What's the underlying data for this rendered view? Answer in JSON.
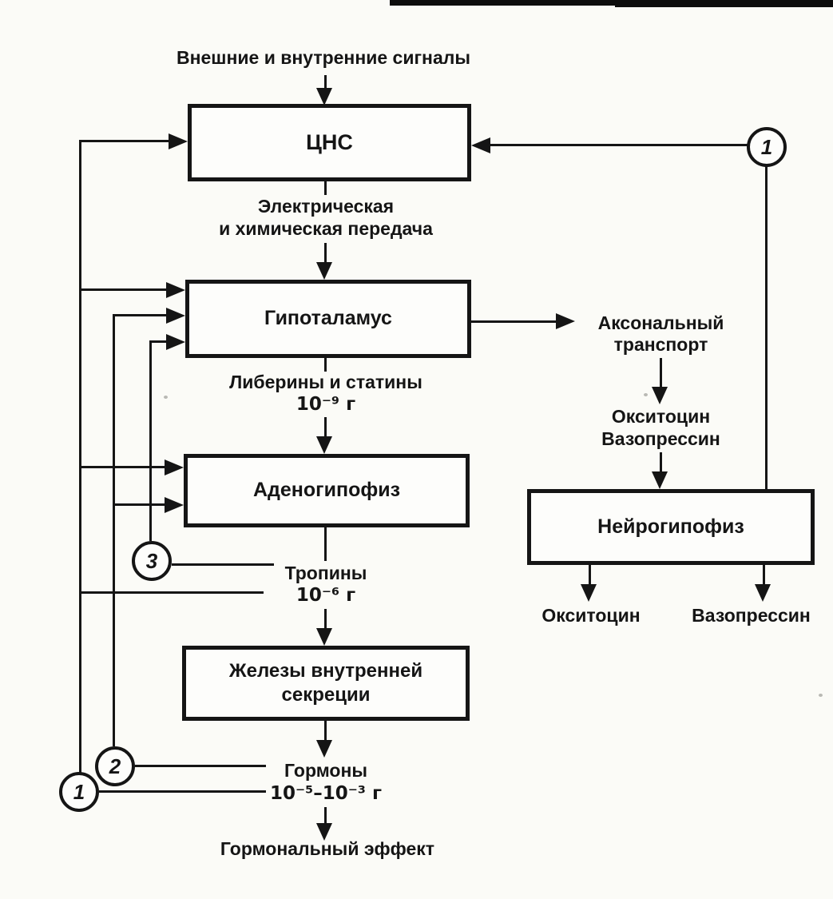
{
  "diagram": {
    "top_label": "Внешние и внутренние сигналы",
    "boxes": {
      "cns": "ЦНС",
      "hypothalamus": "Гипоталамус",
      "adenohypophysis": "Аденогипофиз",
      "endocrine_glands_line1": "Железы внутренней",
      "endocrine_glands_line2": "секреции",
      "neurohypophysis": "Нейрогипофиз"
    },
    "labels": {
      "transmission_line1": "Электрическая",
      "transmission_line2": "и химическая передача",
      "liberins": "Либерины и статины",
      "liberins_dose": "10⁻⁹ г",
      "tropins": "Тропины",
      "tropins_dose": "10⁻⁶ г",
      "hormones": "Гормоны",
      "hormones_dose": "10⁻⁵–10⁻³ г",
      "hormonal_effect": "Гормональный эффект",
      "axonal_transport_line1": "Аксональный",
      "axonal_transport_line2": "транспорт",
      "oxytocin_mid": "Окситоцин",
      "vasopressin_mid": "Вазопрессин",
      "oxytocin_out": "Окситоцин",
      "vasopressin_out": "Вазопрессин"
    },
    "feedback_markers": {
      "loop1_top_right": "1",
      "loop1_bottom_left": "1",
      "loop2": "2",
      "loop3": "3"
    },
    "colors": {
      "ink": "#151515",
      "paper": "#fbfbf7"
    }
  }
}
